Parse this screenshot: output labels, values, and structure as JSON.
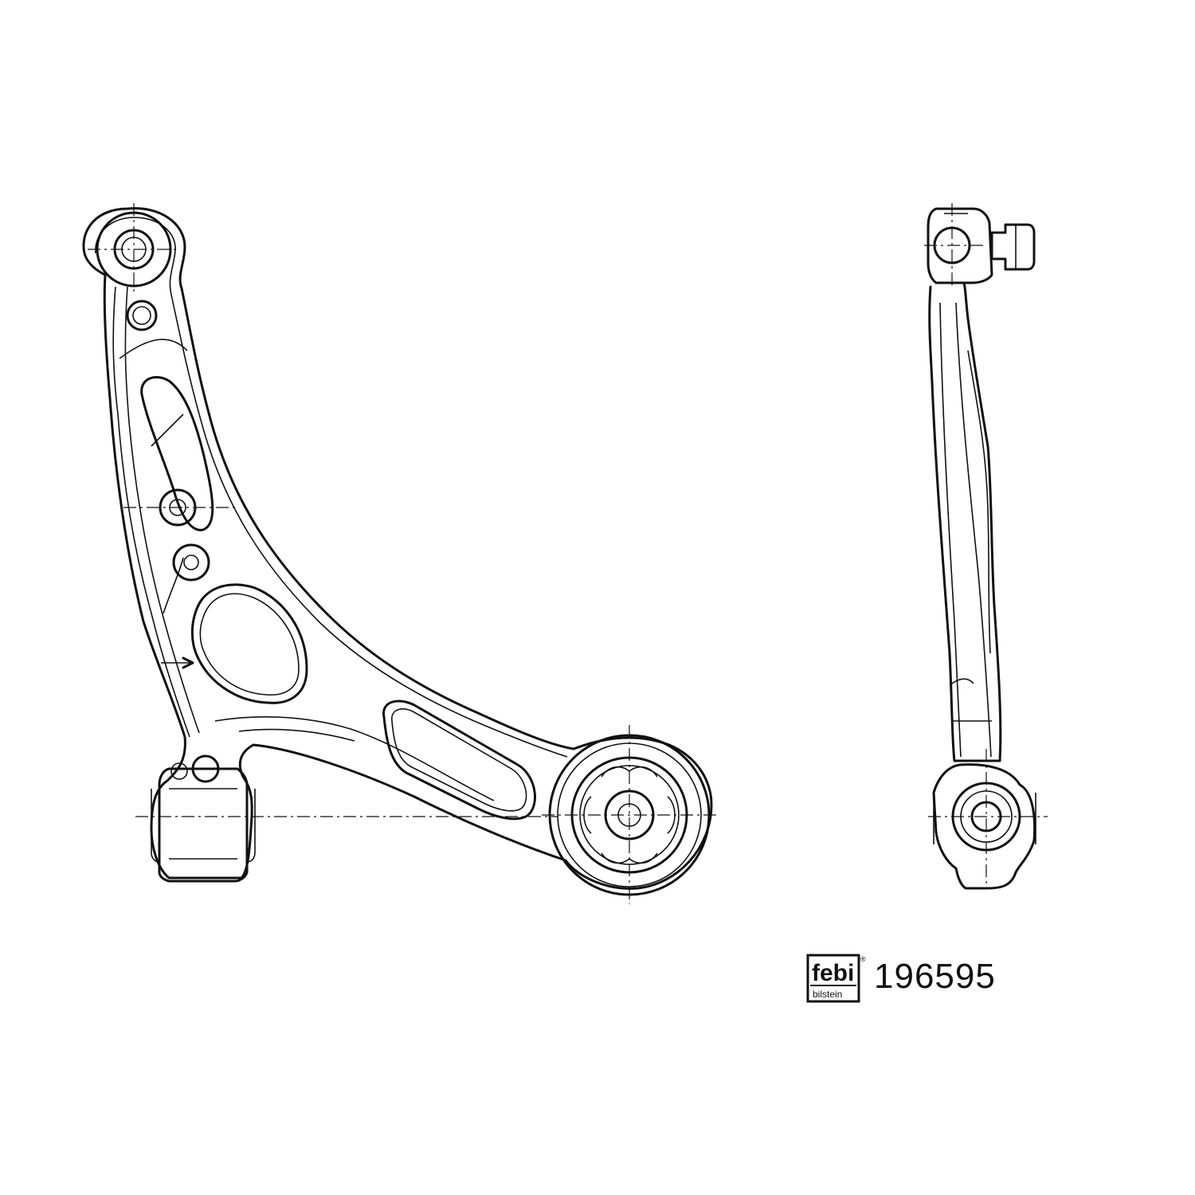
{
  "brand": {
    "logo_name": "febi",
    "logo_sub": "bilstein",
    "registered_mark": "®"
  },
  "part": {
    "number": "196595"
  },
  "views": {
    "front": "control-arm-front-view",
    "side": "control-arm-side-view"
  },
  "colors": {
    "line": "#111111",
    "background": "#ffffff"
  }
}
